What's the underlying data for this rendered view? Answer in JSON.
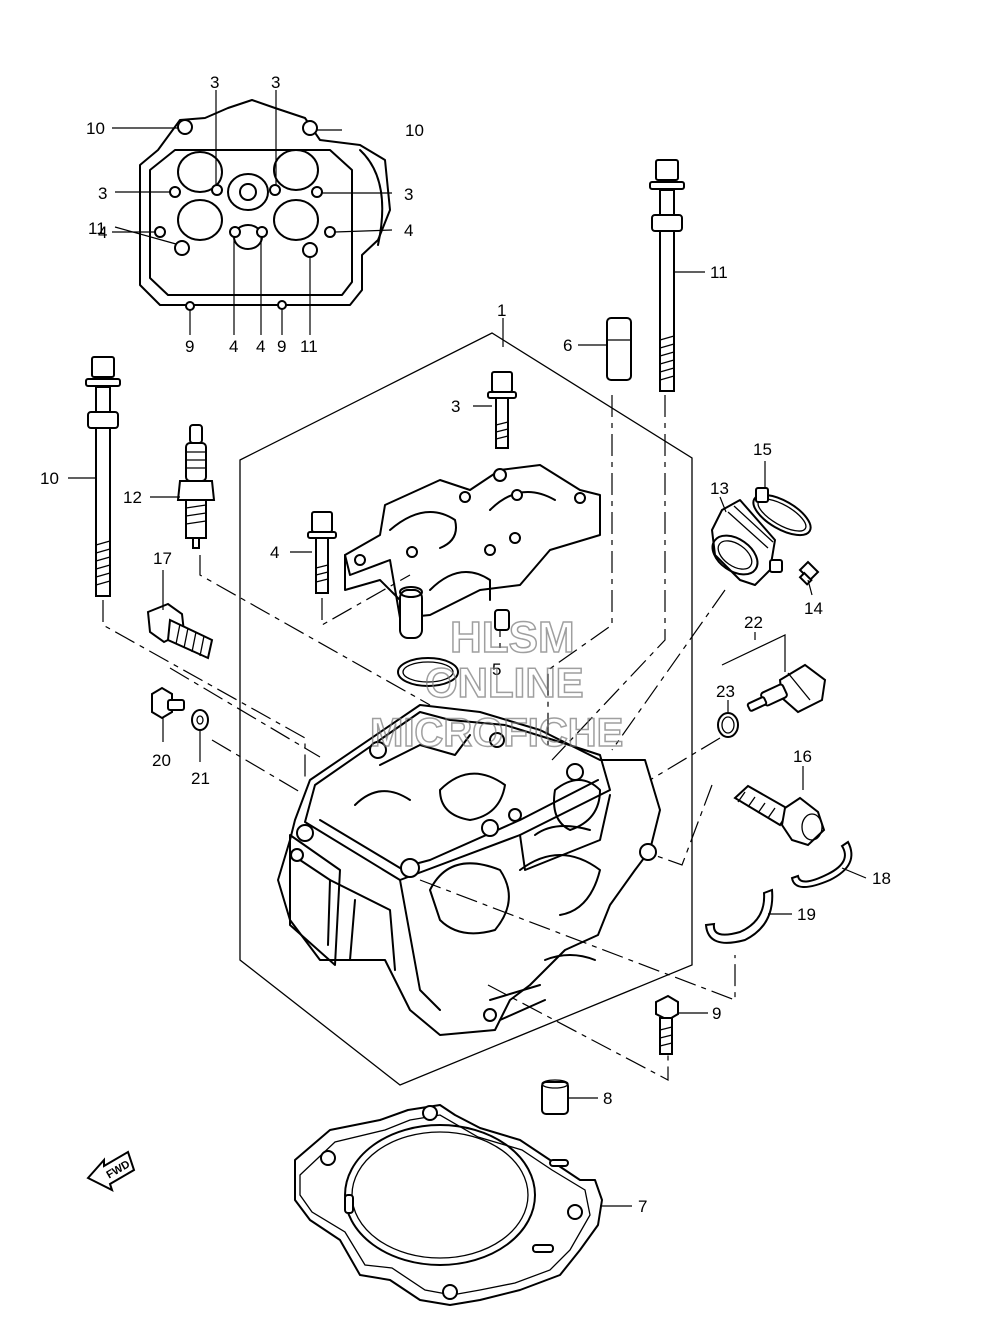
{
  "watermark": {
    "line1": "HLSM",
    "line2": "ONLINE",
    "line3": "MICROFICHE"
  },
  "fwd_label": "FWD",
  "callouts": {
    "top_view": {
      "left": [
        "10",
        "3",
        "11",
        "4"
      ],
      "top": [
        "3",
        "3"
      ],
      "right": [
        "10",
        "3",
        "4"
      ],
      "bottom": [
        "9",
        "4",
        "4",
        "9",
        "11"
      ]
    },
    "parts": [
      "1",
      "3",
      "4",
      "5",
      "6",
      "7",
      "8",
      "9",
      "10",
      "11",
      "12",
      "13",
      "14",
      "15",
      "16",
      "17",
      "18",
      "19",
      "20",
      "21",
      "22",
      "23"
    ]
  }
}
